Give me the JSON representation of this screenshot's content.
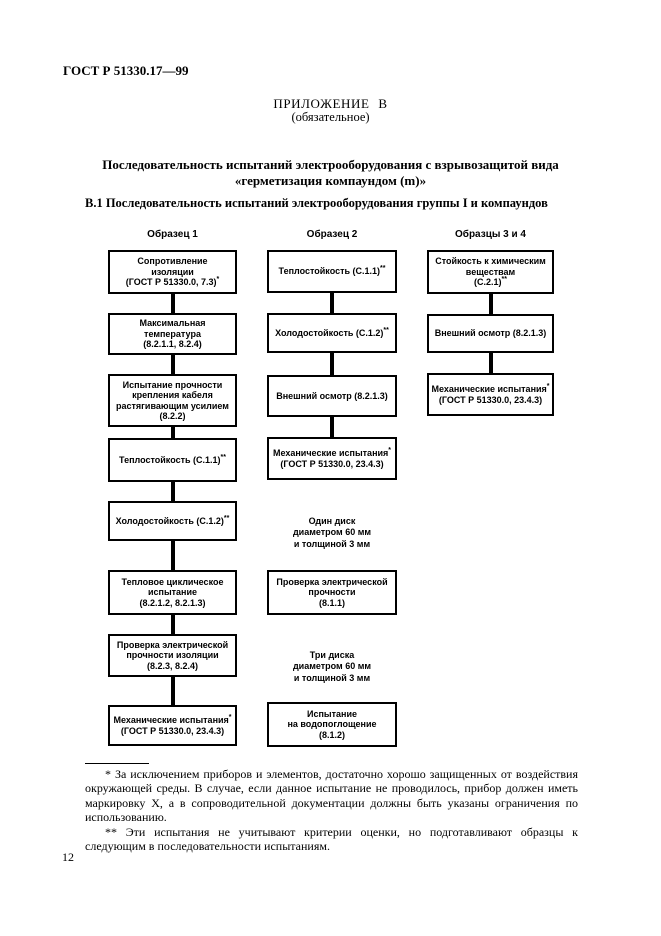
{
  "page": {
    "standard_ref": "ГОСТ Р 51330.17—99",
    "page_number": "12"
  },
  "appendix": {
    "heading": "ПРИЛОЖЕНИЕ В",
    "note": "(обязательное)"
  },
  "title": {
    "line1": "Последовательность испытаний электрооборудования с взрывозащитой вида",
    "line2": "«герметизация компаундом (m)»"
  },
  "section_heading": "В.1 Последовательность испытаний электрооборудования группы I и компаундов",
  "flowchart": {
    "columns": [
      {
        "header": "Образец 1",
        "items": [
          {
            "type": "box",
            "lines": [
              "Сопротивление",
              "изоляции",
              "(ГОСТ Р 51330.0, 7.3)*"
            ]
          },
          {
            "type": "box",
            "lines": [
              "Максимальная",
              "температура",
              "(8.2.1.1, 8.2.4)"
            ]
          },
          {
            "type": "box",
            "lines": [
              "Испытание прочности",
              "крепления кабеля",
              "растягивающим усилием",
              "(8.2.2)"
            ]
          },
          {
            "type": "box",
            "lines": [
              "Теплостойкость (С.1.1)**"
            ]
          },
          {
            "type": "box",
            "lines": [
              "Холодостойкость (С.1.2)**"
            ]
          },
          {
            "type": "box",
            "lines": [
              "Тепловое циклическое",
              "испытание",
              "(8.2.1.2, 8.2.1.3)"
            ]
          },
          {
            "type": "box",
            "lines": [
              "Проверка электрической",
              "прочности изоляции",
              "(8.2.3, 8.2.4)"
            ]
          },
          {
            "type": "box",
            "lines": [
              "Механические испытания*",
              "(ГОСТ Р 51330.0, 23.4.3)"
            ]
          }
        ]
      },
      {
        "header": "Образец 2",
        "items": [
          {
            "type": "box",
            "lines": [
              "Теплостойкость (С.1.1)**"
            ]
          },
          {
            "type": "box",
            "lines": [
              "Холодостойкость (С.1.2)**"
            ]
          },
          {
            "type": "box",
            "lines": [
              "Внешний осмотр (8.2.1.3)"
            ]
          },
          {
            "type": "box",
            "lines": [
              "Механические испытания*",
              "(ГОСТ Р 51330.0, 23.4.3)"
            ]
          },
          {
            "type": "note",
            "lines": [
              "Один диск",
              "диаметром 60 мм",
              "и толщиной 3 мм"
            ]
          },
          {
            "type": "box",
            "lines": [
              "Проверка электрической",
              "прочности",
              "(8.1.1)"
            ]
          },
          {
            "type": "note",
            "lines": [
              "Три диска",
              "диаметром 60 мм",
              "и толщиной 3 мм"
            ]
          },
          {
            "type": "box",
            "lines": [
              "Испытание",
              "на водопоглощение",
              "(8.1.2)"
            ]
          }
        ]
      },
      {
        "header": "Образцы 3 и 4",
        "items": [
          {
            "type": "box",
            "lines": [
              "Стойкость к химическим",
              "веществам",
              "(С.2.1)**"
            ]
          },
          {
            "type": "box",
            "lines": [
              "Внешний осмотр (8.2.1.3)"
            ]
          },
          {
            "type": "box",
            "lines": [
              "Механические испытания*",
              "(ГОСТ Р 51330.0, 23.4.3)"
            ]
          }
        ]
      }
    ]
  },
  "footnotes": [
    "* За исключением приборов и элементов, достаточно хорошо защищенных от воздействия окружающей среды. В случае, если данное испытание не проводилось, прибор должен иметь маркировку Х, а в сопроводительной документации должны быть указаны ограничения по использованию.",
    "** Эти испытания не учитывают критерии оценки, но подготавливают образцы к следующим в последовательности испытаниям."
  ]
}
